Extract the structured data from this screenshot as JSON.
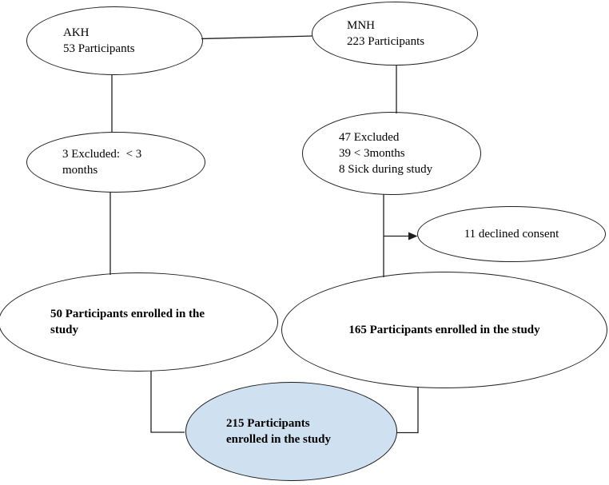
{
  "diagram": {
    "background": "#ffffff",
    "stroke_color": "#1f1f1f",
    "text_color": "#000000",
    "highlight_fill": "#cfe1f1",
    "nodes": {
      "akh": {
        "lines": [
          "AKH",
          "53 Participants"
        ],
        "emphasis": "normal"
      },
      "mnh": {
        "lines": [
          "MNH",
          "223 Participants"
        ],
        "emphasis": "normal"
      },
      "akh_excluded": {
        "lines": [
          "3 Excluded:  < 3",
          "months"
        ],
        "emphasis": "normal"
      },
      "mnh_excluded": {
        "lines": [
          "47 Excluded",
          "39 < 3months",
          "8 Sick during study"
        ],
        "emphasis": "normal"
      },
      "declined": {
        "lines": [
          "11 declined consent"
        ],
        "emphasis": "normal"
      },
      "akh_enrolled": {
        "lines": [
          "50 Participants enrolled in the",
          "study"
        ],
        "emphasis": "bold"
      },
      "mnh_enrolled": {
        "lines": [
          "165 Participants enrolled in the study"
        ],
        "emphasis": "bold"
      },
      "total_enrolled": {
        "lines": [
          "215 Participants",
          "enrolled in the study"
        ],
        "emphasis": "bold",
        "fill": "#cfe1f1"
      }
    }
  }
}
